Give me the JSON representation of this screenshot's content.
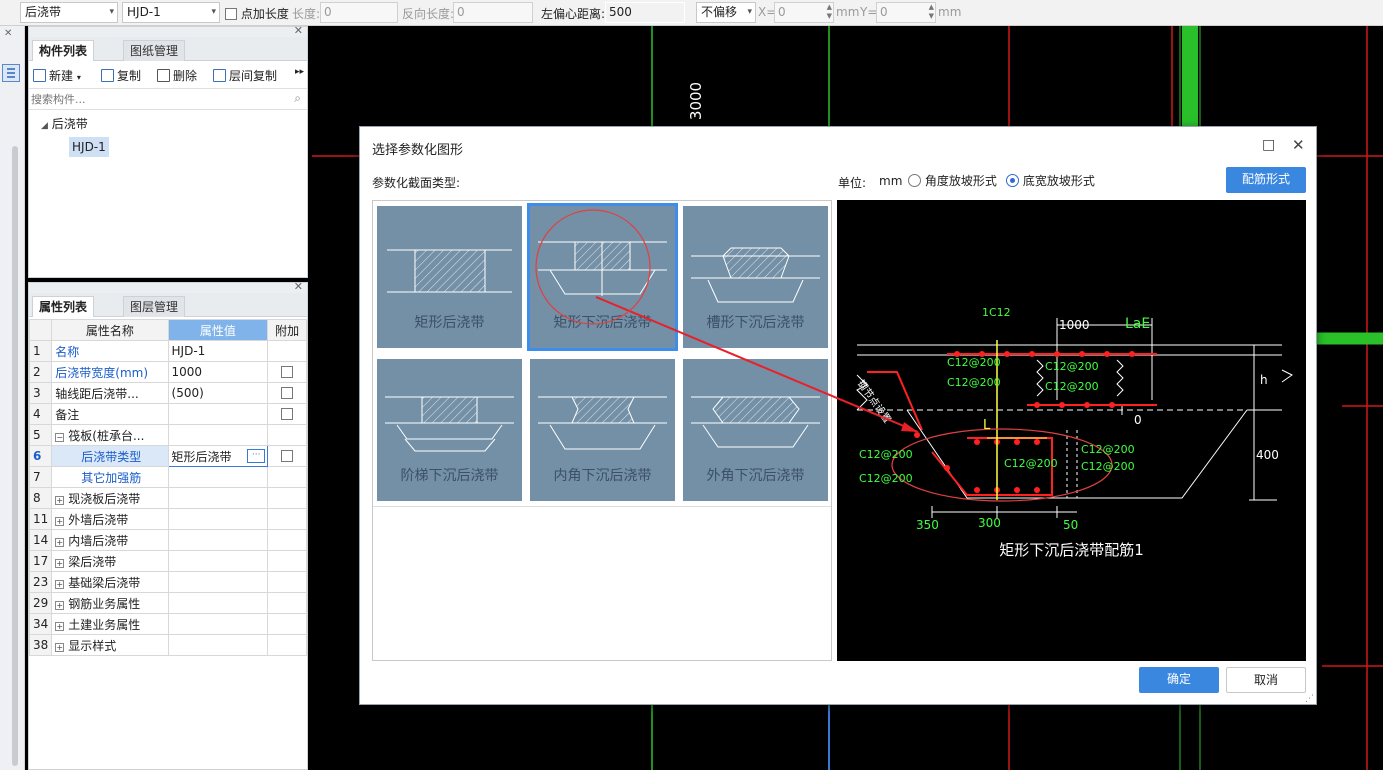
{
  "toolbar": {
    "type_select": "后浇带",
    "name_select": "HJD-1",
    "point_length_label": "点加长度",
    "length_label": "长度:",
    "length_value": "0",
    "reverse_length_label": "反向长度:",
    "reverse_length_value": "0",
    "left_offset_label": "左偏心距离:",
    "left_offset_value": "500",
    "offset_select": "不偏移",
    "x_label": "X=",
    "x_value": "0",
    "unit_mm_1": "mm",
    "y_label": "Y=",
    "y_value": "0",
    "unit_mm_2": "mm"
  },
  "component_panel": {
    "tabs": [
      "构件列表",
      "图纸管理"
    ],
    "actions": {
      "new": "新建",
      "copy": "复制",
      "delete": "删除",
      "floor_copy": "层间复制"
    },
    "search_placeholder": "搜索构件...",
    "tree": {
      "root": "后浇带",
      "child": "HJD-1"
    }
  },
  "property_panel": {
    "tabs": [
      "属性列表",
      "图层管理"
    ],
    "headers": {
      "name": "属性名称",
      "value": "属性值",
      "extra": "附加"
    },
    "rows": [
      {
        "num": "1",
        "name": "名称",
        "value": "HJD-1",
        "blue": true,
        "check": false,
        "indent": 0,
        "expander": ""
      },
      {
        "num": "2",
        "name": "后浇带宽度(mm)",
        "value": "1000",
        "blue": true,
        "check": true,
        "indent": 0,
        "expander": ""
      },
      {
        "num": "3",
        "name": "轴线距后浇带...",
        "value": "(500)",
        "blue": false,
        "check": true,
        "indent": 0,
        "expander": ""
      },
      {
        "num": "4",
        "name": "备注",
        "value": "",
        "blue": false,
        "check": true,
        "indent": 0,
        "expander": ""
      },
      {
        "num": "5",
        "name": "筏板(桩承台...",
        "value": "",
        "blue": false,
        "check": false,
        "indent": 0,
        "expander": "−"
      },
      {
        "num": "6",
        "name": "后浇带类型",
        "value": "矩形后浇带",
        "blue": true,
        "check": true,
        "indent": 1,
        "expander": "",
        "selected": true
      },
      {
        "num": "7",
        "name": "其它加强筋",
        "value": "",
        "blue": true,
        "check": false,
        "indent": 1,
        "expander": ""
      },
      {
        "num": "8",
        "name": "现浇板后浇带",
        "value": "",
        "blue": false,
        "check": false,
        "indent": 0,
        "expander": "+"
      },
      {
        "num": "11",
        "name": "外墙后浇带",
        "value": "",
        "blue": false,
        "check": false,
        "indent": 0,
        "expander": "+"
      },
      {
        "num": "14",
        "name": "内墙后浇带",
        "value": "",
        "blue": false,
        "check": false,
        "indent": 0,
        "expander": "+"
      },
      {
        "num": "17",
        "name": "梁后浇带",
        "value": "",
        "blue": false,
        "check": false,
        "indent": 0,
        "expander": "+"
      },
      {
        "num": "23",
        "name": "基础梁后浇带",
        "value": "",
        "blue": false,
        "check": false,
        "indent": 0,
        "expander": "+"
      },
      {
        "num": "29",
        "name": "钢筋业务属性",
        "value": "",
        "blue": false,
        "check": false,
        "indent": 0,
        "expander": "+"
      },
      {
        "num": "34",
        "name": "土建业务属性",
        "value": "",
        "blue": false,
        "check": false,
        "indent": 0,
        "expander": "+"
      },
      {
        "num": "38",
        "name": "显示样式",
        "value": "",
        "blue": false,
        "check": false,
        "indent": 0,
        "expander": "+"
      }
    ]
  },
  "cad": {
    "dimension_label": "3000"
  },
  "dialog": {
    "title": "选择参数化图形",
    "section_type_label": "参数化截面类型:",
    "unit_label": "单位:",
    "unit_value": "mm",
    "radio_angle": "角度放坡形式",
    "radio_width": "底宽放坡形式",
    "rebar_form_button": "配筋形式",
    "shapes": [
      "矩形后浇带",
      "矩形下沉后浇带",
      "槽形下沉后浇带",
      "阶梯下沉后浇带",
      "内角下沉后浇带",
      "外角下沉后浇带"
    ],
    "selected_shape_index": 1,
    "preview": {
      "caption": "矩形下沉后浇带配筋1",
      "labels": {
        "top_bar": "1C12",
        "width": "1000",
        "lae": "LaE",
        "rebar_1": "C12@200",
        "rebar_2": "C12@200",
        "rebar_3": "C12@200",
        "rebar_4": "C12@200",
        "rebar_5": "C12@200",
        "rebar_6": "C12@200",
        "rebar_7": "C12@200",
        "rebar_8": "C12@200",
        "rebar_9": "C12@200",
        "h": "h",
        "zero": "0",
        "l": "L",
        "depth": "400",
        "dim_350": "350",
        "dim_300": "300",
        "dim_50": "50",
        "diag_note": "钢节点设置"
      }
    },
    "ok_button": "确定",
    "cancel_button": "取消"
  }
}
